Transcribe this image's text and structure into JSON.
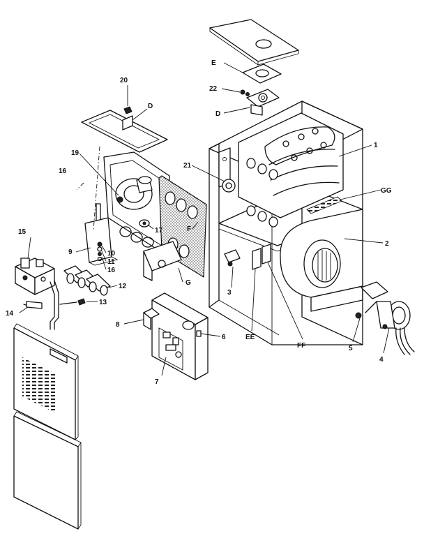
{
  "callouts": {
    "c1": "1",
    "c2": "2",
    "c3": "3",
    "c4": "4",
    "c5": "5",
    "c6": "6",
    "c7": "7",
    "c8": "8",
    "c9": "9",
    "c10": "10",
    "c11": "11",
    "c12": "12",
    "c13": "13",
    "c14": "14",
    "c15": "15",
    "c16a": "16",
    "c16b": "16",
    "c17": "17",
    "c19": "19",
    "c20": "20",
    "c21": "21",
    "c22": "22",
    "cD1": "D",
    "cD2": "D",
    "cE": "E",
    "cF": "F",
    "cG": "G",
    "cEE": "EE",
    "cFF": "FF",
    "cGG": "GG"
  }
}
